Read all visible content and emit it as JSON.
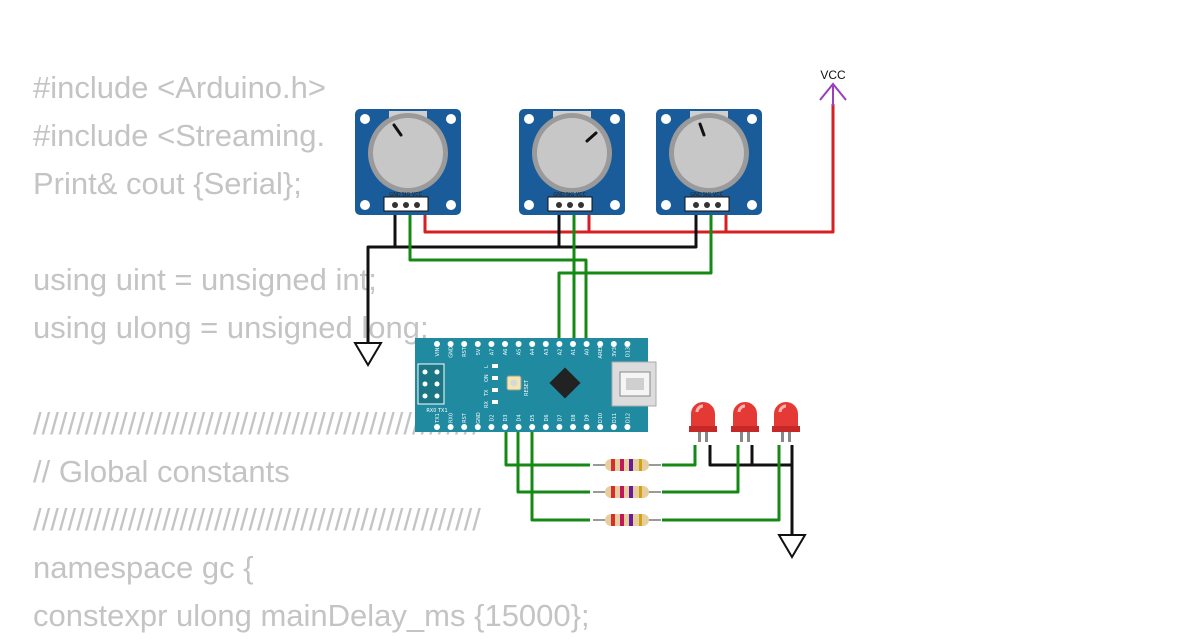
{
  "code_lines": [
    "#include <Arduino.h>",
    "#include <Streaming.",
    "Print& cout {Serial};",
    "",
    "using uint = unsigned int;",
    "using ulong = unsigned long;",
    "",
    "////////////////////////////////////////////////////",
    "// Global constants",
    "////////////////////////////////////////////////////",
    "namespace gc {",
    "constexpr ulong mainDelay_ms {15000};"
  ],
  "vcc_label": "VCC",
  "pot_pins": [
    "GND",
    "SIG",
    "VCC"
  ],
  "nano_top_pins": [
    "VIN",
    "GND",
    "RST",
    "5V",
    "A7",
    "A6",
    "A5",
    "A4",
    "A3",
    "A2",
    "A1",
    "A0",
    "AREF",
    "3V3",
    "D13"
  ],
  "nano_bottom_pins": [
    "TX1",
    "RX0",
    "RST",
    "GND",
    "D2",
    "D3",
    "D4",
    "D5",
    "D6",
    "D7",
    "D8",
    "D9",
    "D10",
    "D11",
    "D12"
  ],
  "nano_labels": {
    "reset": "RESET",
    "on": "ON",
    "l": "L",
    "tx": "TX",
    "rx": "RX",
    "rx0tx1": "RX0 TX1"
  },
  "colors": {
    "wire_red": "#d42020",
    "wire_green": "#148a14",
    "wire_black": "#111111",
    "vcc_purple": "#9b3fc0",
    "board_teal": "#1f8aa0",
    "pot_blue": "#1a5c99",
    "led_red": "#e53935"
  }
}
